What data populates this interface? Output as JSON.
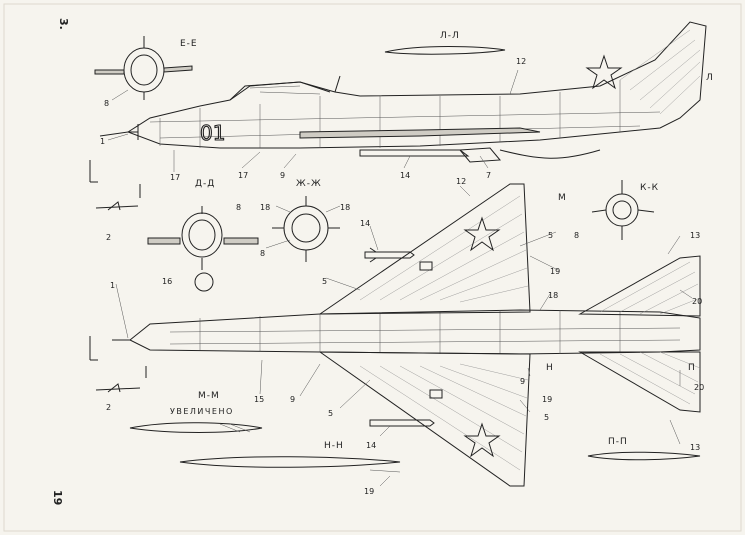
{
  "page_number": "19",
  "corner_mark": "3.",
  "tail_number": "01",
  "sections": {
    "e_e": "Е-Е",
    "l_l": "Л-Л",
    "l": "Л",
    "d_d": "Д-Д",
    "zh_zh": "Ж-Ж",
    "m": "М",
    "k_k": "К-К",
    "m_m": "М-М",
    "enlarged": "УВЕЛИЧЕНО",
    "n_n": "Н-Н",
    "n": "Н",
    "p": "П",
    "p_p": "П-П"
  },
  "callouts": {
    "c1a": "1",
    "c8a": "8",
    "c17a": "17",
    "c17b": "17",
    "c9a": "9",
    "c14a": "14",
    "c7": "7",
    "c12a": "12",
    "c12b": "12",
    "c2a": "2",
    "c8b": "8",
    "c18a": "18",
    "c18b": "18",
    "c14b": "14",
    "c8c": "8",
    "c16": "16",
    "c8d": "8",
    "c5a": "5",
    "c5b": "5",
    "c19a": "19",
    "c18c": "18",
    "c13a": "13",
    "c20a": "20",
    "c1b": "1",
    "c15": "15",
    "c9b": "9",
    "c9c": "9",
    "c19b": "19",
    "c5c": "5",
    "c5d": "5",
    "c20b": "20",
    "c13b": "13",
    "c2b": "2",
    "c14c": "14",
    "c19c": "19"
  }
}
